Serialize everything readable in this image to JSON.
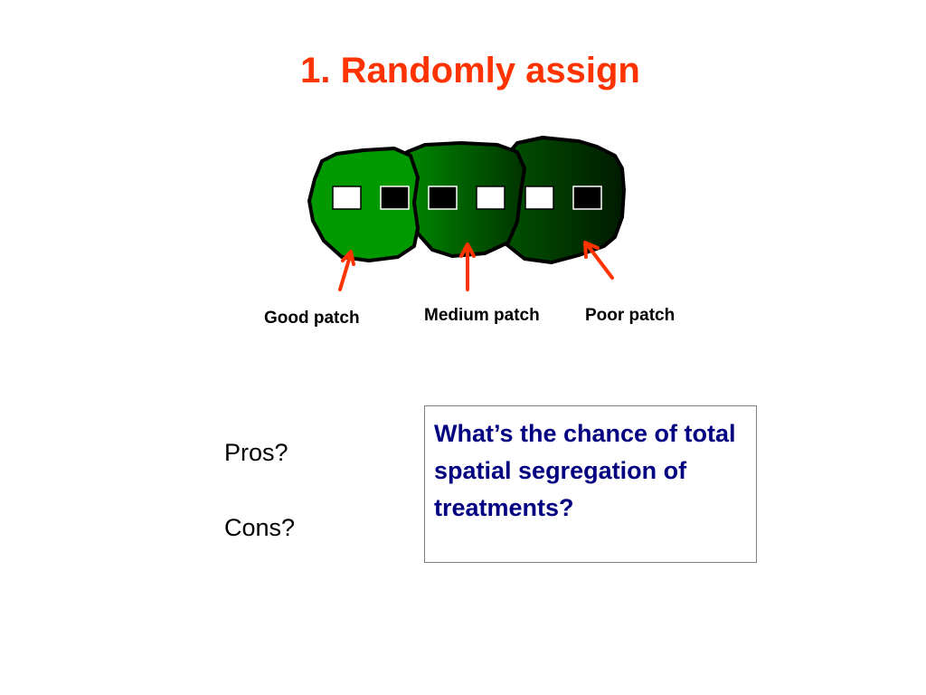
{
  "title": "1. Randomly assign",
  "patches": {
    "good": "Good patch",
    "medium": "Medium patch",
    "poor": "Poor patch"
  },
  "plots": [
    "white",
    "black",
    "black",
    "white",
    "white",
    "black"
  ],
  "pros": "Pros?",
  "cons": "Cons?",
  "question": "What’s the chance of total spatial segregation of treatments?",
  "colors": {
    "title": "#ff3300",
    "good_patch": "#009900",
    "medium_patch": "#007700",
    "poor_patch": "#003300",
    "arrow": "#ff3300",
    "question_text": "#000080"
  }
}
